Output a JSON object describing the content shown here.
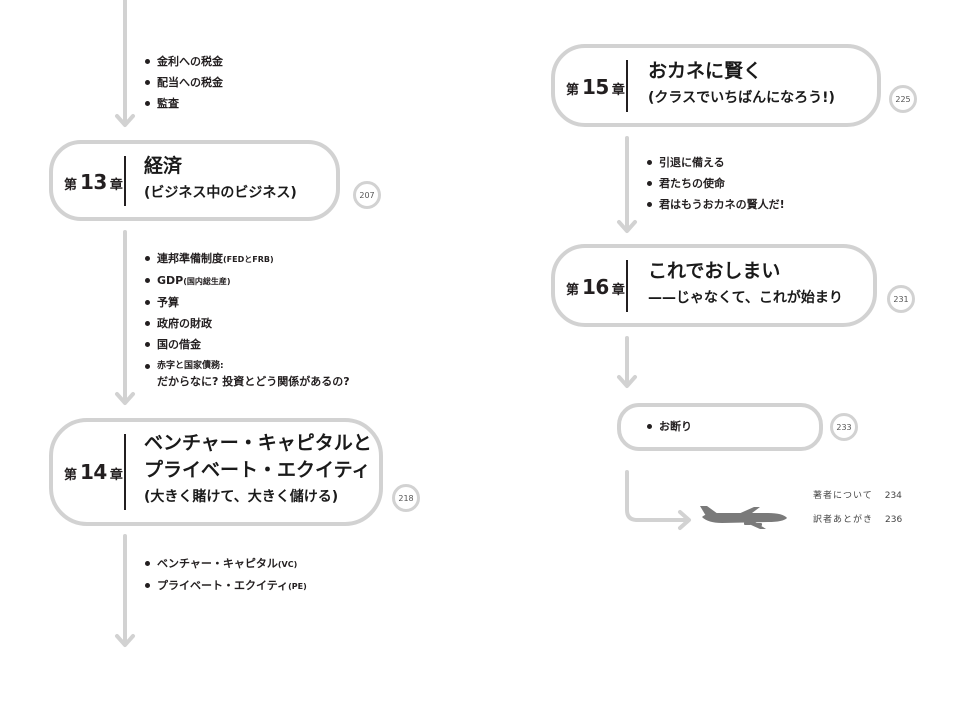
{
  "chapter_label": {
    "prefix": "第",
    "suffix": "章"
  },
  "top_sections": [
    "金利への税金",
    "配当への税金",
    "監査"
  ],
  "chapters": [
    {
      "number": "13",
      "title_lines": [
        "経済",
        "(ビジネス中のビジネス)"
      ],
      "page": "207",
      "sections": [
        {
          "text": "連邦準備制度",
          "small": "(FEDとFRB)"
        },
        {
          "text": "GDP",
          "small": "(国内総生産)"
        },
        {
          "text": "予算"
        },
        {
          "text": "政府の財政"
        },
        {
          "text": "国の借金"
        }
      ],
      "note": {
        "line1": "赤字と国家債務:",
        "line2": "だからなに? 投資とどう関係があるの?"
      }
    },
    {
      "number": "14",
      "title_lines": [
        "ベンチャー・キャピタルと",
        "プライベート・エクイティ",
        "(大きく賭けて、大きく儲ける)"
      ],
      "page": "218",
      "sections": [
        {
          "text": "ベンチャー・キャピタル",
          "small": "(VC)"
        },
        {
          "text": "プライベート・エクイティ",
          "small": "(PE)"
        }
      ]
    },
    {
      "number": "15",
      "title_lines": [
        "おカネに賢く",
        "(クラスでいちばんになろう!)"
      ],
      "page": "225",
      "sections": [
        {
          "text": "引退に備える"
        },
        {
          "text": "君たちの使命"
        },
        {
          "text": "君はもうおカネの賢人だ!"
        }
      ]
    },
    {
      "number": "16",
      "title_lines": [
        "これでおしまい",
        "——じゃなくて、これが始まり"
      ],
      "page": "231"
    }
  ],
  "disclaimer": {
    "text": "お断り",
    "page": "233"
  },
  "appendix": [
    {
      "label": "著者について",
      "page": "234"
    },
    {
      "label": "訳者あとがき",
      "page": "236"
    }
  ],
  "colors": {
    "outline": "#d2d2d2",
    "text": "#231f20",
    "airplane": "#7a7a7a"
  },
  "icons": [
    "airplane-icon",
    "down-arrow-icon",
    "right-arrow-icon"
  ]
}
